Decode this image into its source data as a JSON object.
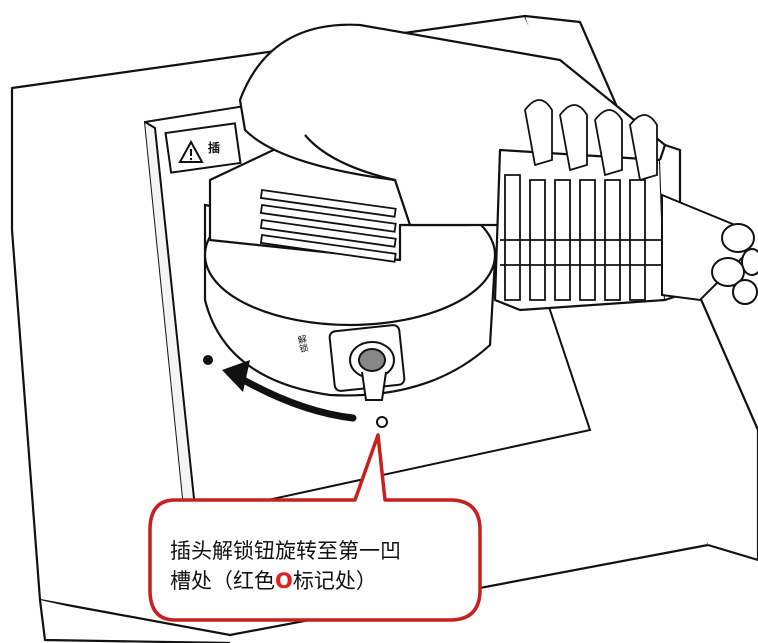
{
  "callout": {
    "line1": "插头解锁钮旋转至第一凹",
    "line2_before": "槽处（红色",
    "line2_marker": "O",
    "line2_after": "标记处）"
  },
  "warning_label_partial": "插",
  "device_side_label": "解锁",
  "colors": {
    "callout_border": "#c8201c",
    "marker": "#e02020",
    "line": "#111111"
  }
}
